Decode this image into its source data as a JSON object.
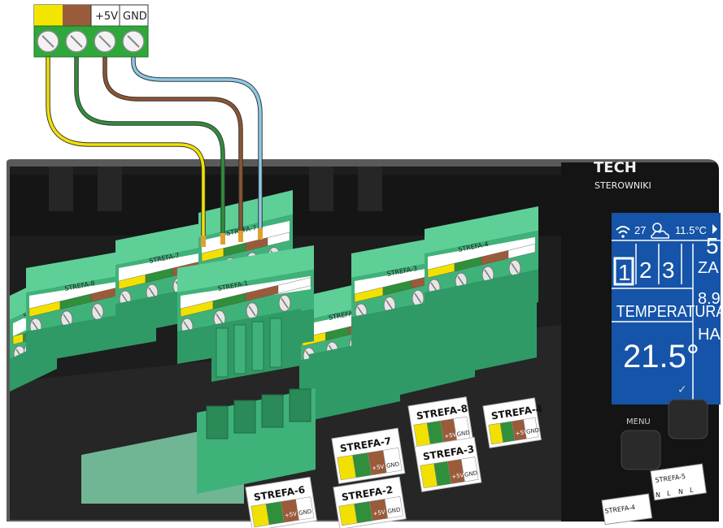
{
  "terminal_header": {
    "cells": [
      "",
      "",
      "+5V",
      "GND"
    ],
    "colors": [
      "#f2e600",
      "#9a5b3a",
      "#ffffff",
      "#ffffff"
    ]
  },
  "wire_colors": {
    "yellow": "#f2e100",
    "green": "#2f8f3a",
    "brown": "#8c5532",
    "blue": "#8cc9e6"
  },
  "connector_green": "#3fb27a",
  "device": {
    "brand": "TECH",
    "brand_sub": "STEROWNIKI",
    "display": {
      "outdoor_temp": "27",
      "setpoint": "11.5°C",
      "zones": [
        "1",
        "2",
        "3",
        "5"
      ],
      "temp_label": "TEMPERATURA",
      "temp_value": "21.5°",
      "right_label_1": "ZA",
      "right_label_2": "8.9",
      "right_label_3": "HA"
    },
    "menu_label": "MENU",
    "down_label": "✓"
  },
  "connectors": {
    "top": [
      {
        "name": "STREFA-8",
        "pins": [
          "",
          "",
          "+5V",
          "GND"
        ]
      },
      {
        "name": "STREFA-7",
        "pins": [
          "",
          "",
          "+5V",
          "GND"
        ]
      },
      {
        "name": "STREFA-1",
        "pins": [
          "",
          "",
          "+5V",
          "GND"
        ]
      },
      {
        "name": "STREFA-2",
        "pins": [
          "",
          "",
          "+5V",
          "GND"
        ]
      },
      {
        "name": "STREFA-3",
        "pins": [
          "",
          "",
          "+5V",
          "GND"
        ]
      },
      {
        "name": "STREFA-4",
        "pins": [
          "",
          "",
          "+5V",
          "GND"
        ]
      },
      {
        "name": "STREFA-5",
        "pins": [
          "",
          "",
          "+5V",
          "GND"
        ]
      },
      {
        "name": "STREFA-6",
        "pins": [
          "",
          "",
          "+5V",
          "GND"
        ]
      }
    ]
  },
  "front_labels": {
    "strefa_6": "STREFA-6",
    "strefa_7": "STREFA-7",
    "strefa_8": "STREFA-8",
    "strefa_2": "STREFA-2",
    "strefa_3": "STREFA-3",
    "strefa_4": "STREFA-4",
    "plus5v": "+5V",
    "gnd": "GND",
    "strefa_4b": "STREFA-4",
    "strefa_5b": "STREFA-5",
    "nlnl": [
      "N",
      "L",
      "N",
      "L"
    ]
  }
}
